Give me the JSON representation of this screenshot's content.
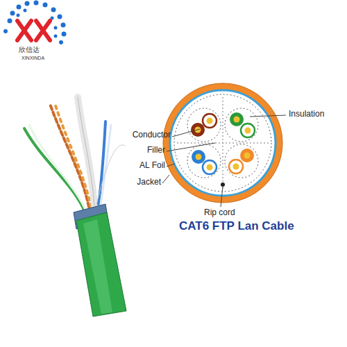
{
  "diagram": {
    "caption": "CAT6 FTP Lan Cable",
    "labels": [
      "欣信达",
      "XINXINDA",
      "Insulation",
      "Conductor",
      "Filler",
      "AL Foil",
      "Jacket",
      "Rip cord"
    ]
  }
}
